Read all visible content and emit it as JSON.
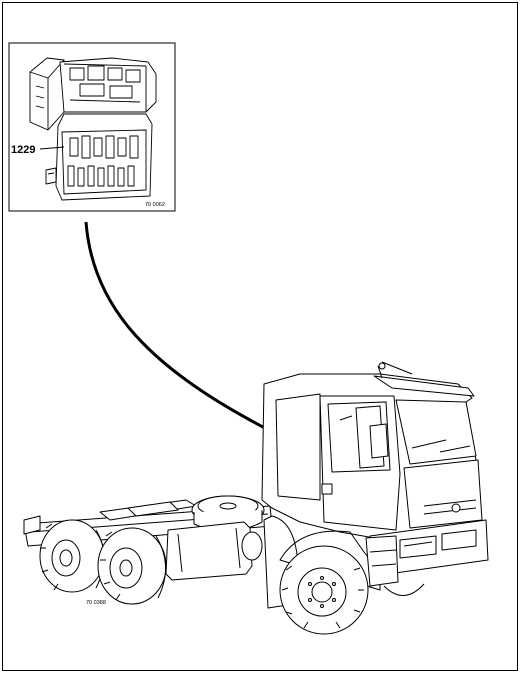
{
  "callout": {
    "component_number": "1229",
    "detail_reference": "70 0062"
  },
  "figure": {
    "reference": "70 0388"
  },
  "icons": {
    "detail": "connector-block-detail-drawing",
    "vehicle": "truck-tractor-line-drawing"
  }
}
